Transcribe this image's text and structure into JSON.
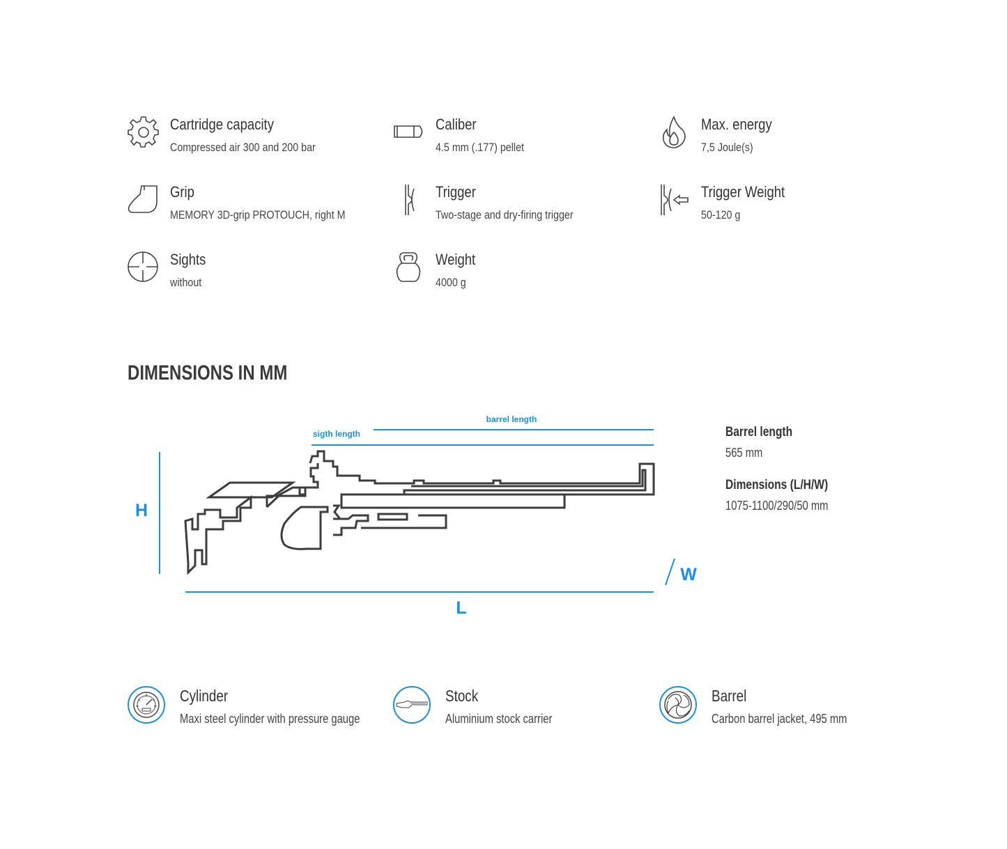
{
  "specs": [
    {
      "title": "Cartridge capacity",
      "value": "Compressed air 300 and 200 bar",
      "icon": "gear-icon"
    },
    {
      "title": "Caliber",
      "value": "4.5 mm (.177) pellet",
      "icon": "pellet-icon"
    },
    {
      "title": "Max. energy",
      "value": "7,5 Joule(s)",
      "icon": "flame-icon"
    },
    {
      "title": "Grip",
      "value": "MEMORY 3D-grip PROTOUCH, right M",
      "icon": "grip-icon"
    },
    {
      "title": "Trigger",
      "value": "Two-stage and dry-firing trigger",
      "icon": "trigger-icon"
    },
    {
      "title": "Trigger Weight",
      "value": "50-120 g",
      "icon": "trigger-weight-icon"
    },
    {
      "title": "Sights",
      "value": "without",
      "icon": "crosshair-icon"
    },
    {
      "title": "Weight",
      "value": "4000 g",
      "icon": "kettlebell-icon"
    }
  ],
  "dimensions": {
    "heading": "DIMENSIONS IN MM",
    "labels": {
      "barrel_length": "barrel length",
      "sight_length": "sigth length",
      "h": "H",
      "l": "L",
      "w": "W"
    },
    "info": [
      {
        "label": "Barrel length",
        "value": "565 mm"
      },
      {
        "label": "Dimensions (L/H/W)",
        "value": "1075-1100/290/50 mm"
      }
    ]
  },
  "features": [
    {
      "title": "Cylinder",
      "value": "Maxi steel cylinder with pressure gauge",
      "icon": "pressure-gauge-icon"
    },
    {
      "title": "Stock",
      "value": "Aluminium stock carrier",
      "icon": "stock-icon"
    },
    {
      "title": "Barrel",
      "value": "Carbon barrel jacket, 495 mm",
      "icon": "barrel-swirl-icon"
    }
  ],
  "colors": {
    "accent": "#1a8fe3",
    "text": "#3a3a3a",
    "outline": "#3c3c3c"
  }
}
